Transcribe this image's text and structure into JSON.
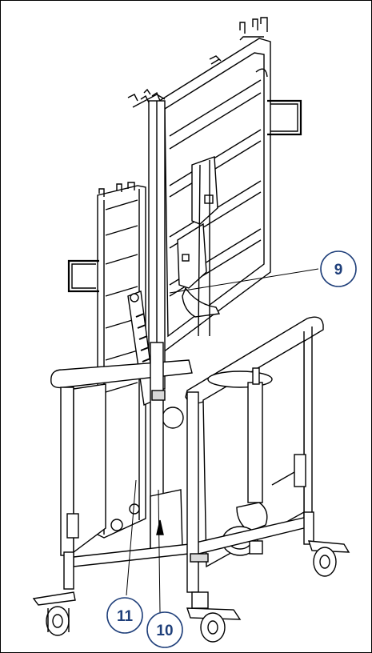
{
  "callouts": [
    {
      "id": "9",
      "label": "9"
    },
    {
      "id": "10",
      "label": "10"
    },
    {
      "id": "11",
      "label": "11"
    }
  ],
  "colors": {
    "callout_stroke": "#1f3f7a",
    "callout_text": "#1f3f7a",
    "line": "#000000",
    "fill": "#ffffff",
    "shade": "#d9d9d9"
  }
}
